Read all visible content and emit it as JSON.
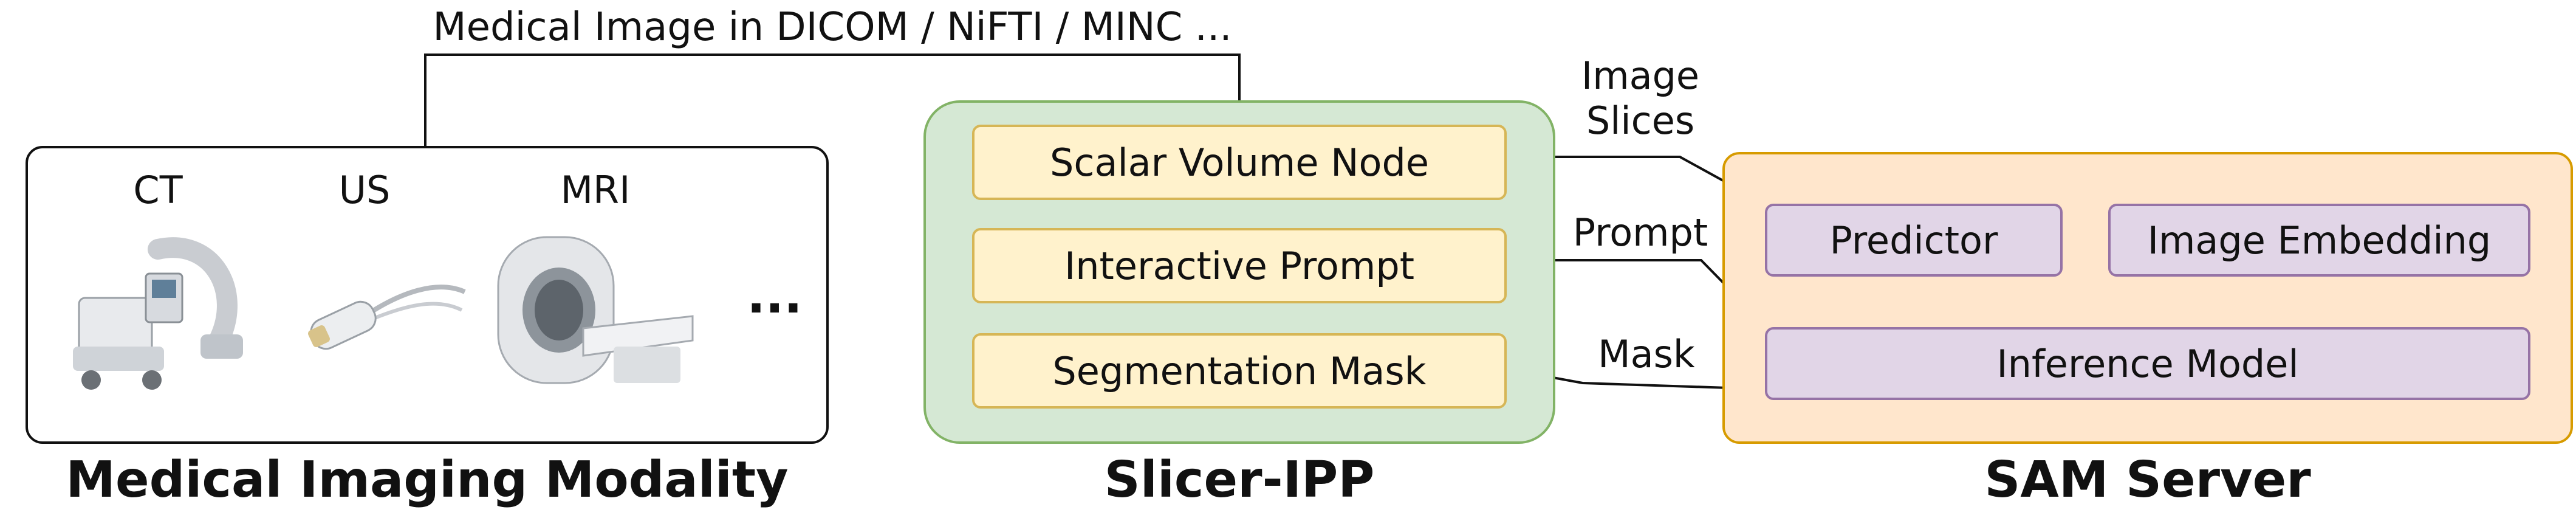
{
  "top_label": "Medical Image in DICOM / NiFTI / MINC ...",
  "modality": {
    "items": [
      "CT",
      "US",
      "MRI"
    ],
    "more": "...",
    "caption": "Medical Imaging Modality"
  },
  "slicer": {
    "boxes": [
      "Scalar Volume Node",
      "Interactive Prompt",
      "Segmentation Mask"
    ],
    "caption": "Slicer-IPP"
  },
  "sam": {
    "predictor": "Predictor",
    "embedding": "Image Embedding",
    "inference": "Inference Model",
    "caption": "SAM Server"
  },
  "edge_labels": {
    "image_slices": [
      "Image",
      "Slices"
    ],
    "prompt": "Prompt",
    "mask": "Mask"
  },
  "colors": {
    "slicer_fill": "#d5e8d4",
    "slicer_border": "#82b366",
    "sam_fill": "#ffe6cc",
    "sam_border": "#d79b00",
    "yellow_fill": "#fff2cc",
    "purple_fill": "#e1d5e7"
  }
}
